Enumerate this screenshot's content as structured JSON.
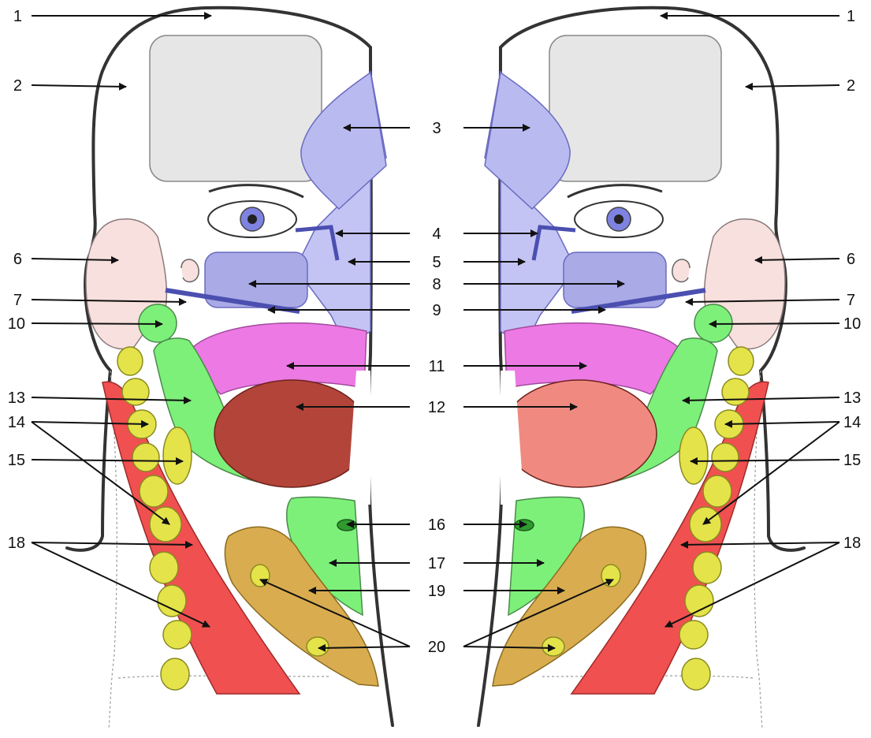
{
  "labels": {
    "l1": "1",
    "l2": "2",
    "l3": "3",
    "l4": "4",
    "l5": "5",
    "l6": "6",
    "l7": "7",
    "l8": "8",
    "l9": "9",
    "l10": "10",
    "l11": "11",
    "l12": "12",
    "l13": "13",
    "l14": "14",
    "l15": "15",
    "l16": "16",
    "l17": "17",
    "l18": "18",
    "l19": "19",
    "l20": "20"
  },
  "colors": {
    "lavender": "#c3c4f3",
    "lavender_dark": "#a9aae6",
    "pink_ear": "#f8e0de",
    "magenta": "#ec79e4",
    "dark_red": "#b3443a",
    "red": "#f05050",
    "green": "#7df07a",
    "yellow": "#e4e34a",
    "tan": "#d9ad4f",
    "blue_vessel": "#4b4fb0",
    "gray_skull": "#e6e6e6"
  }
}
